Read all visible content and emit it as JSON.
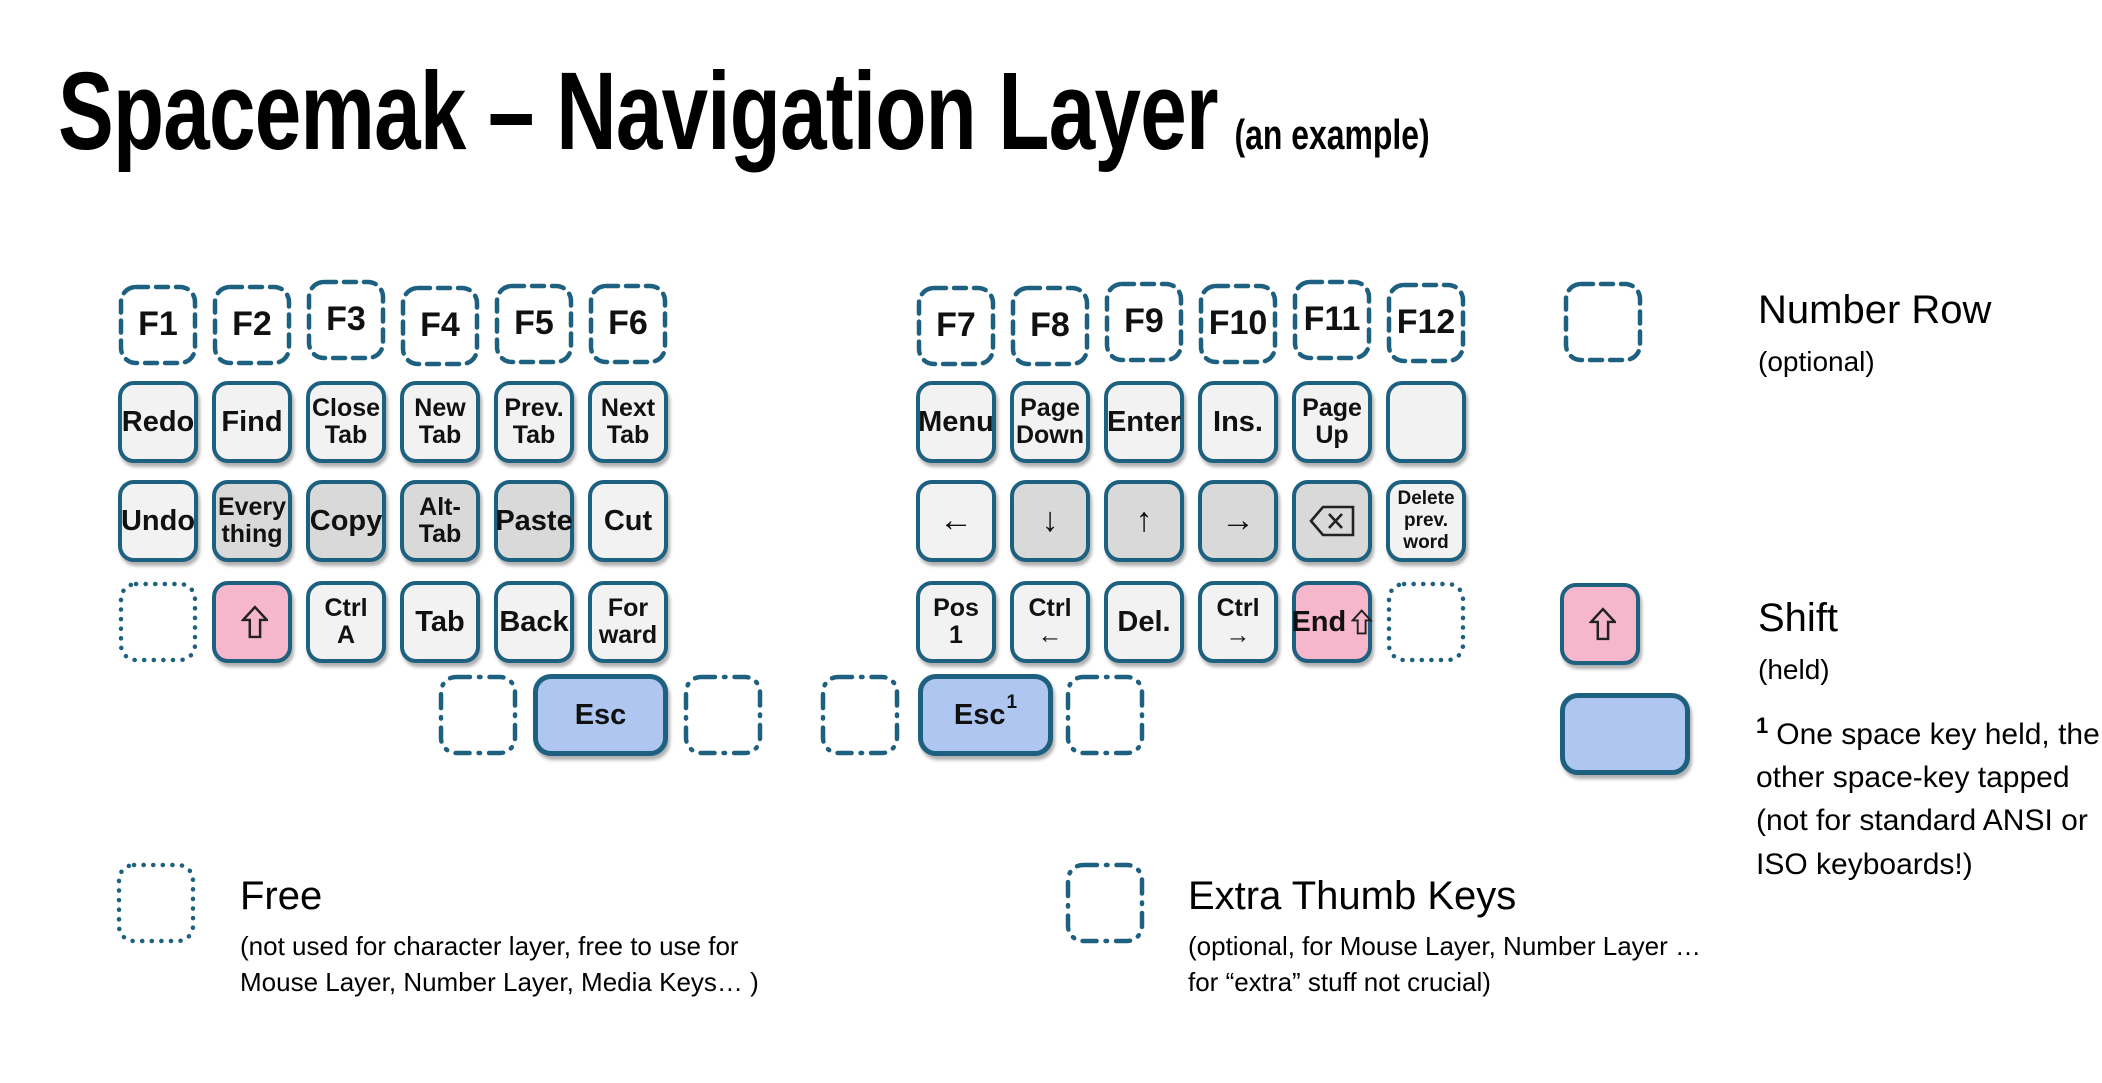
{
  "title": {
    "main": "Spacemak – Navigation Layer",
    "suffix": "(an example)"
  },
  "colors": {
    "key_border": "#1e607f",
    "key_fill": "#f2f2f2",
    "key_fill_strong": "#d9d9d9",
    "shift_fill": "#f6b6cc",
    "space_fill": "#aec6f0",
    "text": "#0d0d0d"
  },
  "keyboard": {
    "left": {
      "function_row": [
        {
          "name": "f1",
          "label": "F1",
          "style": "fn"
        },
        {
          "name": "f2",
          "label": "F2",
          "style": "fn"
        },
        {
          "name": "f3",
          "label": "F3",
          "style": "fn"
        },
        {
          "name": "f4",
          "label": "F4",
          "style": "fn"
        },
        {
          "name": "f5",
          "label": "F5",
          "style": "fn"
        },
        {
          "name": "f6",
          "label": "F6",
          "style": "fn"
        }
      ],
      "upper_row": [
        {
          "name": "redo",
          "label": "Redo",
          "style": "base"
        },
        {
          "name": "find",
          "label": "Find",
          "style": "base"
        },
        {
          "name": "close-tab",
          "label": "Close\nTab",
          "style": "base"
        },
        {
          "name": "new-tab",
          "label": "New\nTab",
          "style": "base"
        },
        {
          "name": "prev-tab",
          "label": "Prev.\nTab",
          "style": "base"
        },
        {
          "name": "next-tab",
          "label": "Next\nTab",
          "style": "base"
        }
      ],
      "home_row": [
        {
          "name": "undo",
          "label": "Undo",
          "style": "base"
        },
        {
          "name": "everything",
          "label": "Every\nthing",
          "style": "mod"
        },
        {
          "name": "copy",
          "label": "Copy",
          "style": "mod"
        },
        {
          "name": "alt-tab",
          "label": "Alt-\nTab",
          "style": "mod"
        },
        {
          "name": "paste",
          "label": "Paste",
          "style": "mod"
        },
        {
          "name": "cut",
          "label": "Cut",
          "style": "base"
        }
      ],
      "lower_row": [
        {
          "name": "free-left",
          "label": "",
          "style": "free"
        },
        {
          "name": "shift-left",
          "label": "",
          "icon": "shift-icon",
          "style": "held"
        },
        {
          "name": "ctrl-a",
          "label": "Ctrl\nA",
          "style": "base"
        },
        {
          "name": "tab",
          "label": "Tab",
          "style": "base"
        },
        {
          "name": "back",
          "label": "Back",
          "style": "base"
        },
        {
          "name": "forward",
          "label": "For\nward",
          "style": "base"
        }
      ],
      "thumb_row": [
        {
          "name": "extra-thumb-left-1",
          "label": "",
          "style": "extra"
        },
        {
          "name": "esc-space-left",
          "label": "Esc",
          "style": "space"
        },
        {
          "name": "extra-thumb-left-2",
          "label": "",
          "style": "extra"
        }
      ]
    },
    "right": {
      "function_row": [
        {
          "name": "f7",
          "label": "F7",
          "style": "fn"
        },
        {
          "name": "f8",
          "label": "F8",
          "style": "fn"
        },
        {
          "name": "f9",
          "label": "F9",
          "style": "fn"
        },
        {
          "name": "f10",
          "label": "F10",
          "style": "fn"
        },
        {
          "name": "f11",
          "label": "F11",
          "style": "fn"
        },
        {
          "name": "f12",
          "label": "F12",
          "style": "fn"
        }
      ],
      "upper_row": [
        {
          "name": "menu",
          "label": "Menu",
          "style": "base"
        },
        {
          "name": "page-down",
          "label": "Page\nDown",
          "style": "base"
        },
        {
          "name": "enter",
          "label": "Enter",
          "style": "base"
        },
        {
          "name": "ins",
          "label": "Ins.",
          "style": "base"
        },
        {
          "name": "page-up",
          "label": "Page\nUp",
          "style": "base"
        },
        {
          "name": "unassigned",
          "label": "",
          "style": "base"
        }
      ],
      "home_row": [
        {
          "name": "arrow-left",
          "label": "←",
          "style": "base"
        },
        {
          "name": "arrow-down",
          "label": "↓",
          "style": "mod"
        },
        {
          "name": "arrow-up",
          "label": "↑",
          "style": "mod"
        },
        {
          "name": "arrow-right",
          "label": "→",
          "style": "mod"
        },
        {
          "name": "backspace",
          "label": "",
          "icon": "backspace-icon",
          "style": "mod"
        },
        {
          "name": "delete-prev-word",
          "label": "Delete\nprev.\nword",
          "style": "base"
        }
      ],
      "lower_row": [
        {
          "name": "pos-1",
          "label": "Pos\n1",
          "style": "base"
        },
        {
          "name": "ctrl-left",
          "label": "Ctrl\n←",
          "style": "base"
        },
        {
          "name": "del",
          "label": "Del.",
          "style": "base"
        },
        {
          "name": "ctrl-right",
          "label": "Ctrl\n→",
          "style": "base"
        },
        {
          "name": "end-shift",
          "label": "End",
          "icon": "shift-icon",
          "style": "held"
        },
        {
          "name": "free-right",
          "label": "",
          "style": "free"
        }
      ],
      "thumb_row": [
        {
          "name": "extra-thumb-right-1",
          "label": "",
          "style": "extra"
        },
        {
          "name": "esc-space-right",
          "label": "Esc",
          "sup": "1",
          "style": "space"
        },
        {
          "name": "extra-thumb-right-2",
          "label": "",
          "style": "extra"
        }
      ]
    }
  },
  "legend": {
    "number_row": {
      "title": "Number Row",
      "note": "(optional)",
      "key_style": "fn"
    },
    "shift": {
      "title": "Shift",
      "note": "(held)",
      "key_style": "held"
    },
    "space": {
      "sup": "1",
      "text": "One space key held, the other space-key tapped (not for standard ANSI or ISO keyboards!)",
      "key_style": "space"
    },
    "free": {
      "title": "Free",
      "note": "(not used for character layer, free to use for Mouse Layer, Number Layer, Media Keys… )",
      "key_style": "free"
    },
    "extra_thumb": {
      "title": "Extra Thumb Keys",
      "note": "(optional, for Mouse Layer, Number Layer … for “extra” stuff not crucial)",
      "key_style": "extra"
    }
  }
}
